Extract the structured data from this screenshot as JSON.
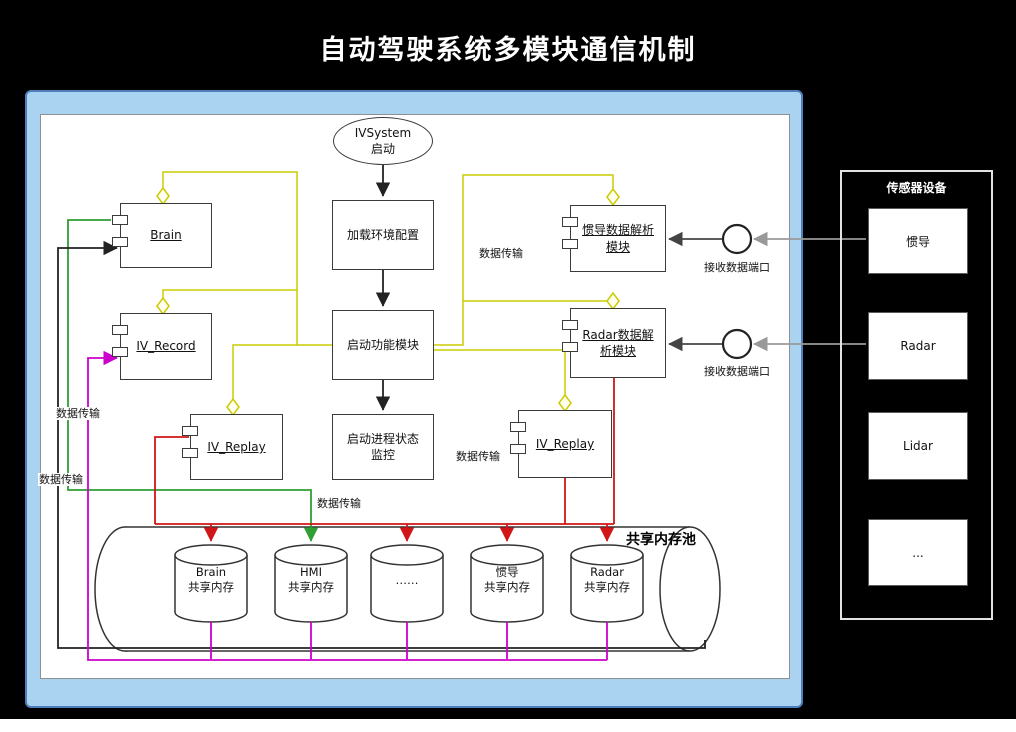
{
  "title": "自动驾驶系统多模块通信机制",
  "flow": {
    "start": "IVSystem\n启动",
    "load_config": "加载环境配置",
    "start_function_modules": "启动功能模块",
    "process_monitor": "启动进程状态\n监控"
  },
  "components": {
    "brain": "Brain",
    "iv_record": "IV_Record",
    "iv_replay_left": "IV_Replay",
    "ins_parser": "惯导数据解析\n模块",
    "radar_parser": "Radar数据解\n析模块",
    "iv_replay_right": "IV_Replay"
  },
  "ports": {
    "labels": [
      "接收数据端口",
      "接收数据端口"
    ]
  },
  "memory_pool": {
    "title": "共享内存池",
    "cylinders": [
      "Brain\n共享内存",
      "HMI\n共享内存",
      "……",
      "惯导\n共享内存",
      "Radar\n共享内存"
    ]
  },
  "edge_labels": {
    "data_transfer": [
      "数据传输",
      "数据传输",
      "数据传输",
      "数据传输",
      "数据传输"
    ]
  },
  "sensor_panel": {
    "title": "传感器设备",
    "items": [
      "惯导",
      "Radar",
      "Lidar",
      "..."
    ]
  },
  "colors": {
    "page_background": "#000000",
    "container_fill": "#aad3f2",
    "container_border": "#4e7fb8",
    "canvas_fill": "#ffffff",
    "node_border": "#3b3b3b",
    "control_link": "#cbcb00",
    "write_link": "#d01616",
    "record_link": "#cc00cc",
    "hmi_link": "#2f9e33",
    "read_link": "#222222",
    "sensor_link": "#999999"
  }
}
